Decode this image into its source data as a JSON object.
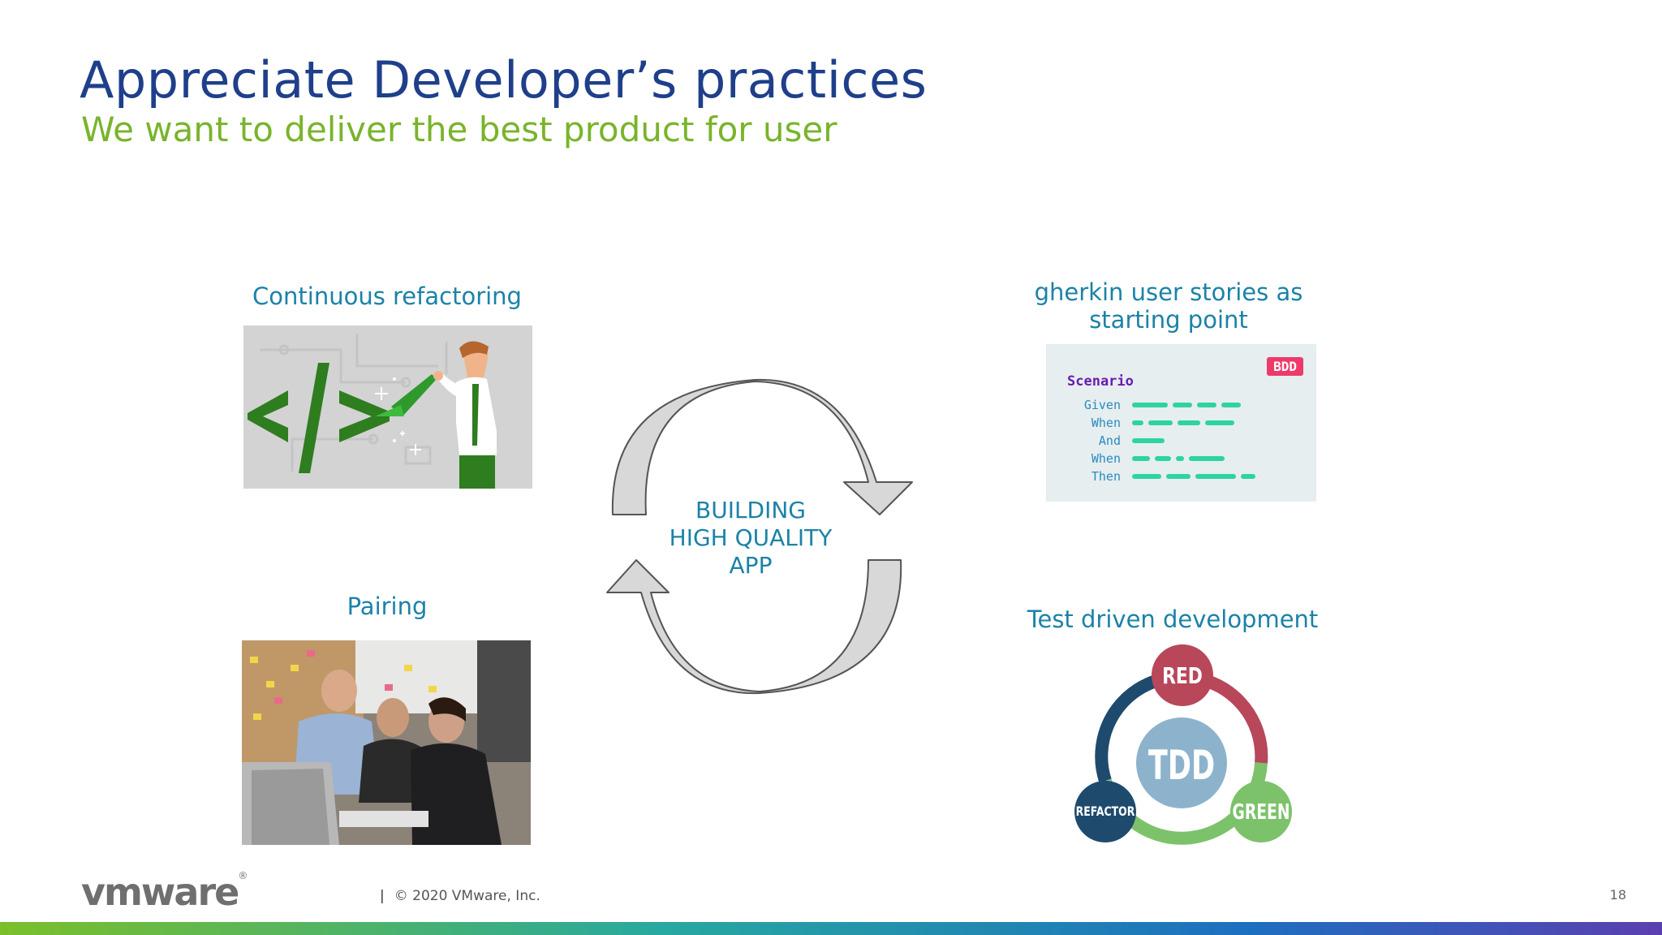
{
  "slide": {
    "title": "Appreciate Developer’s practices",
    "subtitle": "We want to deliver the best product for user",
    "center_label_lines": [
      "BUILDING",
      "HIGH QUALITY",
      "APP"
    ]
  },
  "panels": {
    "refactoring": {
      "label": "Continuous refactoring"
    },
    "pairing": {
      "label": "Pairing"
    },
    "gherkin": {
      "label_line1": "gherkin user stories as",
      "label_line2": "starting point",
      "badge": "BDD",
      "scenario": "Scenario",
      "keywords": [
        "Given",
        "When",
        "And",
        "When",
        "Then"
      ]
    },
    "tdd": {
      "label": "Test driven development",
      "center": "TDD",
      "red": "RED",
      "green": "GREEN",
      "refactor": "REFACTOR"
    }
  },
  "footer": {
    "logo": "vmware",
    "copyright": "© 2020 VMware, Inc.",
    "separator": "|",
    "page_number": "18"
  },
  "colors": {
    "title": "#1f3f8a",
    "subtitle": "#79b42b",
    "label": "#1b82a8",
    "tdd_red": "#b8475a",
    "tdd_green": "#7cc26a",
    "tdd_blue": "#1e4a6e",
    "tdd_center": "#8db3cc"
  }
}
